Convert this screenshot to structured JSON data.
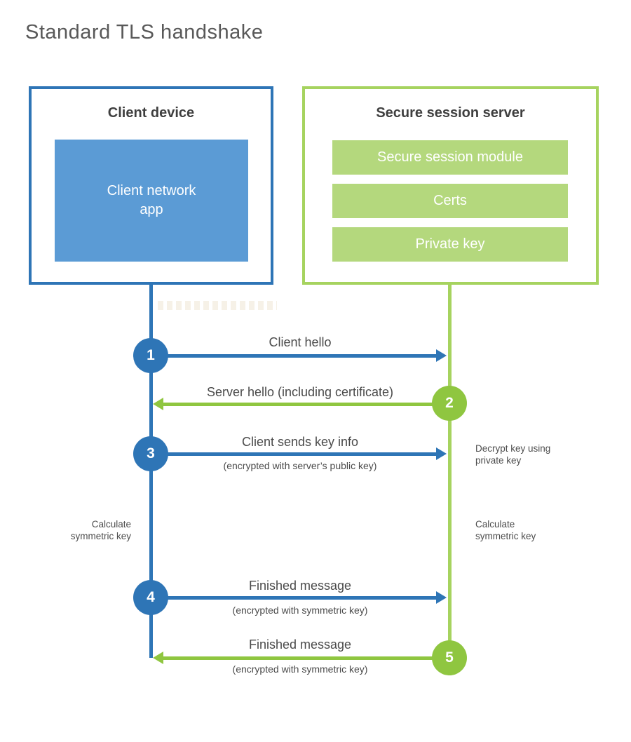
{
  "page": {
    "title": "Standard TLS handshake"
  },
  "client_box": {
    "title": "Client device",
    "app": {
      "line1": "Client network",
      "line2": "app"
    }
  },
  "server_box": {
    "title": "Secure session server",
    "modules": [
      {
        "label": "Secure session module"
      },
      {
        "label": "Certs"
      },
      {
        "label": "Private key"
      }
    ]
  },
  "messages": [
    {
      "num": "1",
      "direction": "right",
      "from": "client",
      "to": "server",
      "label": "Client hello",
      "sublabel": ""
    },
    {
      "num": "2",
      "direction": "left",
      "from": "server",
      "to": "client",
      "label": "Server hello (including certificate)",
      "sublabel": ""
    },
    {
      "num": "3",
      "direction": "right",
      "from": "client",
      "to": "server",
      "label": "Client sends key info",
      "sublabel": "(encrypted with server’s public key)"
    },
    {
      "num": "4",
      "direction": "right",
      "from": "client",
      "to": "server",
      "label": "Finished message",
      "sublabel": "(encrypted with symmetric key)"
    },
    {
      "num": "5",
      "direction": "left",
      "from": "server",
      "to": "client",
      "label": "Finished message",
      "sublabel": "(encrypted with symmetric key)"
    }
  ],
  "annotations": {
    "decrypt": {
      "line1": "Decrypt key using",
      "line2": "private key"
    },
    "calc_left": {
      "line1": "Calculate",
      "line2": "symmetric key"
    },
    "calc_right": {
      "line1": "Calculate",
      "line2": "symmetric key"
    }
  },
  "colors": {
    "blue": "#2e75b6",
    "blue_fill": "#5b9bd5",
    "green_arrow": "#8fc640",
    "green_border": "#a6d35f",
    "green_fill": "#b4d87d",
    "heading_text": "#3f3f3f",
    "label_text": "#4a4a4a",
    "title_text": "#595959"
  }
}
